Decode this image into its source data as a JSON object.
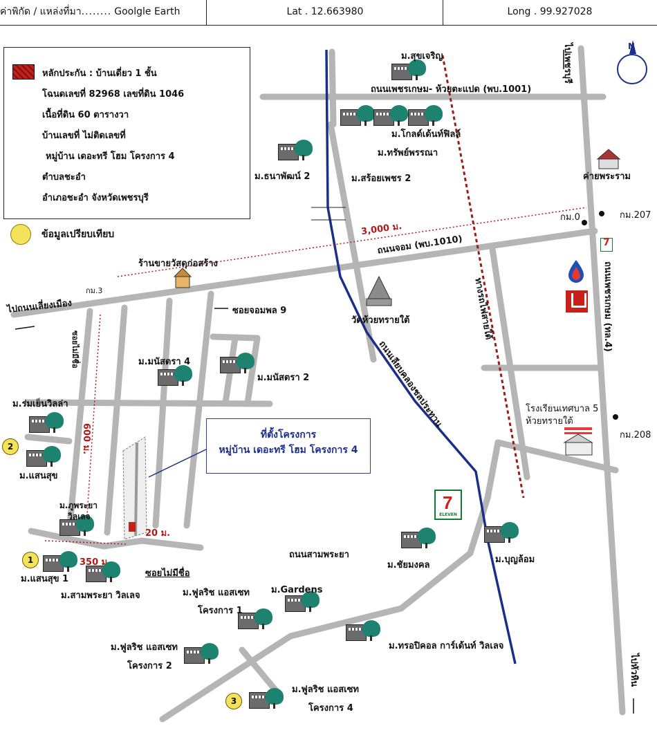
{
  "header": {
    "coord_label": "ค่าพิกัด / แหล่งที่มา",
    "coord_source": "Goolgle Earth",
    "lat_label": "Lat .",
    "lat_value": "12.663980",
    "long_label": "Long .",
    "long_value": "99.927028"
  },
  "legend": {
    "collateral": "หลักประกัน : บ้านเดี่ยว 1 ชั้น",
    "deed": "โฉนดเลขที่ 82968 เลขที่ดิน 1046",
    "area": "เนื้อที่ดิน 60 ตารางวา",
    "house_no": "บ้านเลขที่ ไม่ติดเลขที่",
    "village": "หมู่บ้าน เดอะทรี โฮม โครงการ 4",
    "subdistrict": "ตำบลชะอำ",
    "district": "อำเภอชะอำ จังหวัดเพชรบุรี",
    "comparison": "ข้อมูลเปรียบเทียบ"
  },
  "callout": {
    "line1": "ที่ตั้งโครงการ",
    "line2": "หมู่บ้าน เดอะทรี โฮม โครงการ 4"
  },
  "roads": {
    "phetkasem_huaytapet": "ถนนเพชรเกษม- ห้วยตะแปด (พบ.1001)",
    "chom": "ถนนจอม (พบ.1010)",
    "phetkasem": "ถนนเพชรเกษม (ทล.4)",
    "canal_road": "ถนนเลียบคลองชลประทาน",
    "samphraya": "ถนนสามพระยา",
    "railway": "ทางรถไฟสายใต้",
    "soi_chompon9": "ซอยจอมพล 9",
    "soi_noname_1": "ซอยไม่มีชื่อ",
    "soi_noname_2": "ซอยไม่มีชื่อ",
    "to_bypass": "ไปถนนเลี่ยงเมือง",
    "to_phetchaburi": "ไปเพชรบุรี",
    "to_huahin": "ไปหัวหิน"
  },
  "distances": {
    "d3000": "3,000 ม.",
    "d600": "600 ม.",
    "d350": "350 ม.",
    "d20": "20 ม."
  },
  "km_markers": {
    "km0": "กม.0",
    "km207": "กม.207",
    "km3": "กม.3",
    "km208": "กม.208"
  },
  "places": {
    "suk_charoen": "ม.สุขเจริญ",
    "gold_garden": "ม.โกลด์เด้นท์ฟิลล์",
    "sapphannsa": "ม.ทรัพย์พรรณา",
    "thanaphat2": "ม.ธนาพัฒน์ 2",
    "soiphet2": "ม.สร้อยเพชร 2",
    "camp": "ค่ายพระราม",
    "shop": "ร้านขายวัสดุก่อสร้าง",
    "temple": "วัดห้วยทรายใต้",
    "manatsara4": "ม.มนัสตรา 4",
    "manatsara2": "ม.มนัสตรา 2",
    "romyen": "ม.ร่มเย็นวิลล่า",
    "saensuk": "ม.แสนสุข",
    "kuphraya": "ม.ภูพระยา",
    "kuphraya2": "วิลเลจ",
    "saensuk1": "ม.แสนสุข 1",
    "samphraya_village": "ม.สามพระยา วิลเลจ",
    "school1": "โรงเรียนเทศบาล 5",
    "school2": "ห้วยทรายใต้",
    "chaimongkol": "ม.ชัยมงคล",
    "bunlom": "ม.บุญล้อม",
    "flourish1a": "ม.ฟูลริช แอสเซท",
    "flourish1b": "โครงการ 1",
    "gardens": "ม.Gardens",
    "flourish2a": "ม.ฟูลริช แอสเซท",
    "flourish2b": "โครงการ 2",
    "tropical": "ม.ทรอปิคอล การ์เด้นท์ วิลเลจ",
    "flourish4a": "ม.ฟูลริช แอสเซท",
    "flourish4b": "โครงการ 4"
  },
  "compass": {
    "n": "N"
  },
  "comparison_points": [
    "1",
    "2",
    "3"
  ],
  "brands": {
    "seven": "7",
    "eleven": "ELEVEN"
  },
  "colors": {
    "road": "#b5b5b5",
    "canal": "#1b2f8a",
    "rail": "#9b1a1a",
    "distance": "#b01919",
    "tree": "#1e8270",
    "comparison": "#f3e25a"
  }
}
